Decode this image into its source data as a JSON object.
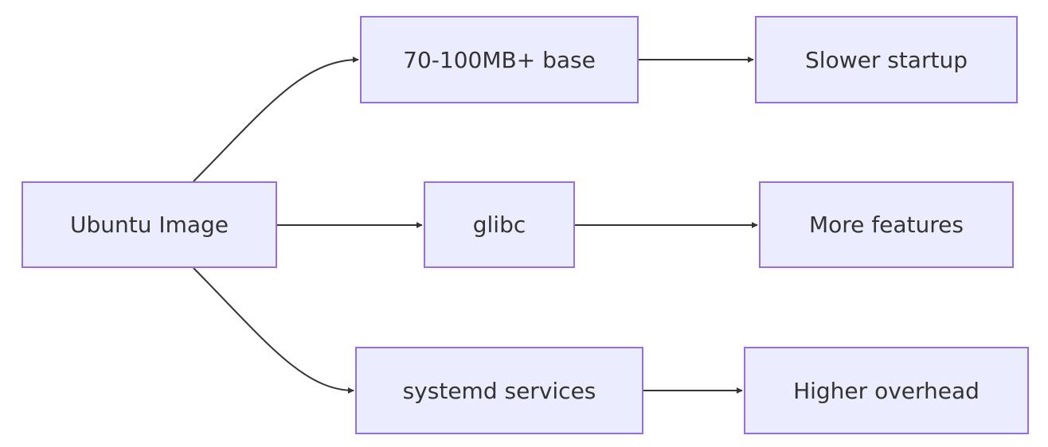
{
  "diagram": {
    "type": "flowchart-left-to-right",
    "colors": {
      "node_fill": "#ececff",
      "node_border": "#9370db",
      "text": "#333333",
      "edge": "#333333"
    },
    "nodes": {
      "ubuntu_image": "Ubuntu Image",
      "base_size": "70-100MB+ base",
      "glibc": "glibc",
      "systemd_services": "systemd services",
      "slower_startup": "Slower startup",
      "more_features": "More features",
      "higher_overhead": "Higher overhead"
    },
    "edges": [
      {
        "from": "ubuntu_image",
        "to": "base_size"
      },
      {
        "from": "ubuntu_image",
        "to": "glibc"
      },
      {
        "from": "ubuntu_image",
        "to": "systemd_services"
      },
      {
        "from": "base_size",
        "to": "slower_startup"
      },
      {
        "from": "glibc",
        "to": "more_features"
      },
      {
        "from": "systemd_services",
        "to": "higher_overhead"
      }
    ]
  }
}
